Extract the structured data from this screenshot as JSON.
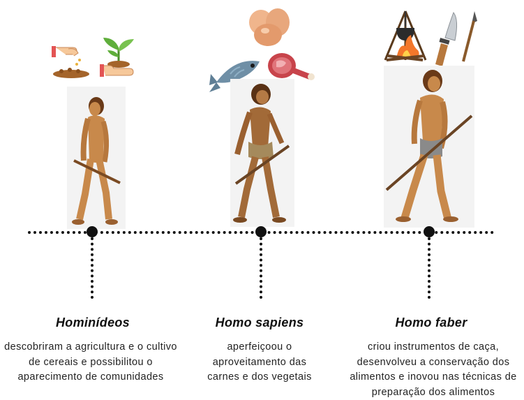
{
  "stages": [
    {
      "title": "Hominídeos",
      "description": "descobriram a agricultura e o cultivo de cereais e possibilitou o aparecimento de comunidades",
      "icons": [
        "seed-planting-icon",
        "sprout-in-hand-icon"
      ]
    },
    {
      "title": "Homo sapiens",
      "description": "aperfeiçoou o aproveitamento das carnes e dos vegetais",
      "icons": [
        "eggs-icon",
        "fish-icon",
        "meat-leg-icon"
      ]
    },
    {
      "title": "Homo faber",
      "description": "criou instrumentos de caça, desenvolveu a conservação dos alimentos e inovou nas técnicas de preparação dos alimentos",
      "icons": [
        "campfire-cauldron-icon",
        "knife-icon",
        "spear-icon"
      ]
    }
  ],
  "colors": {
    "skin": "#c8894b",
    "hair": "#5a3215",
    "fish": "#6f8fa6",
    "meat": "#c8444b",
    "egg": "#e8a77c",
    "plant": "#5fae3b",
    "fire": "#f3772b"
  }
}
